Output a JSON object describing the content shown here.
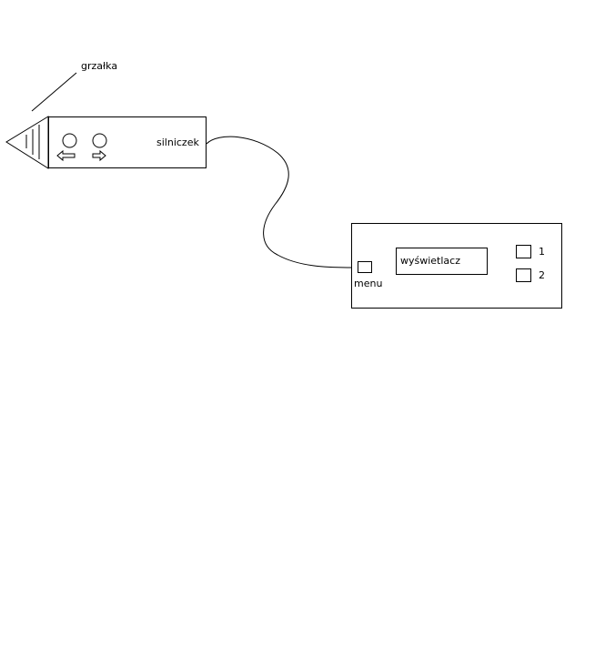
{
  "labels": {
    "heater": "grzałka",
    "motor": "silniczek",
    "display": "wyświetlacz",
    "menu": "menu",
    "button_1": "1",
    "button_2": "2"
  },
  "colors": {
    "stroke": "#000000",
    "background": "#ffffff"
  },
  "icons": {
    "left": "arrow-left-icon",
    "right": "arrow-right-icon"
  }
}
